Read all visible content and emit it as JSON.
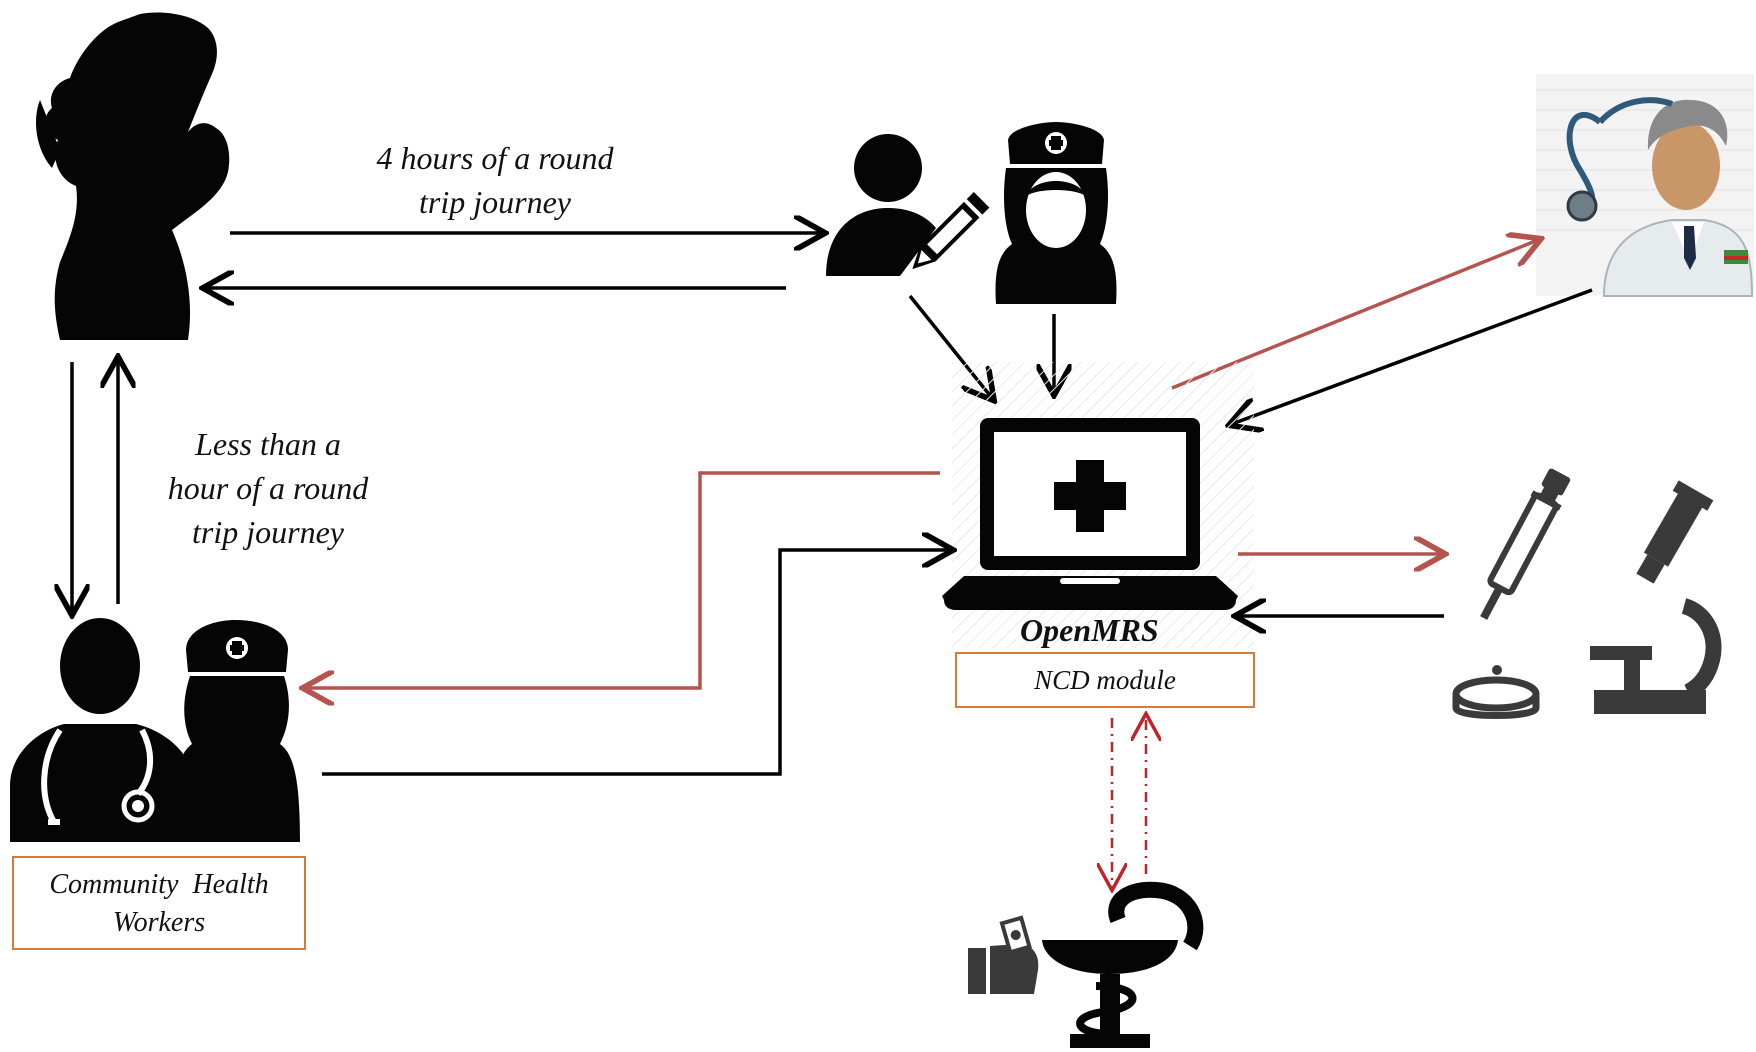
{
  "labels": {
    "journey_far_line1": "4 hours of a round",
    "journey_far_line2": "trip journey",
    "journey_near_line1": "Less than a",
    "journey_near_line2": "hour of a round",
    "journey_near_line3": "trip journey",
    "system_name": "OpenMRS",
    "module_name": "NCD module",
    "chw_line1": "Community  Health",
    "chw_line2": "Workers"
  },
  "colors": {
    "black_arrow": "#000000",
    "red_arrow": "#b5534f",
    "dashed_arrow": "#c0232a",
    "box_border": "#d9793a",
    "icon_gray": "#3a3a3a"
  },
  "icons": [
    "patient-silhouette-icon",
    "clerk-user-edit-icon",
    "nurse-icon",
    "doctor-stethoscope-icon",
    "laptop-medical-icon",
    "laboratory-icon",
    "chw-doctor-icon",
    "chw-nurse-icon",
    "payment-hand-icon",
    "pharmacy-icon"
  ]
}
